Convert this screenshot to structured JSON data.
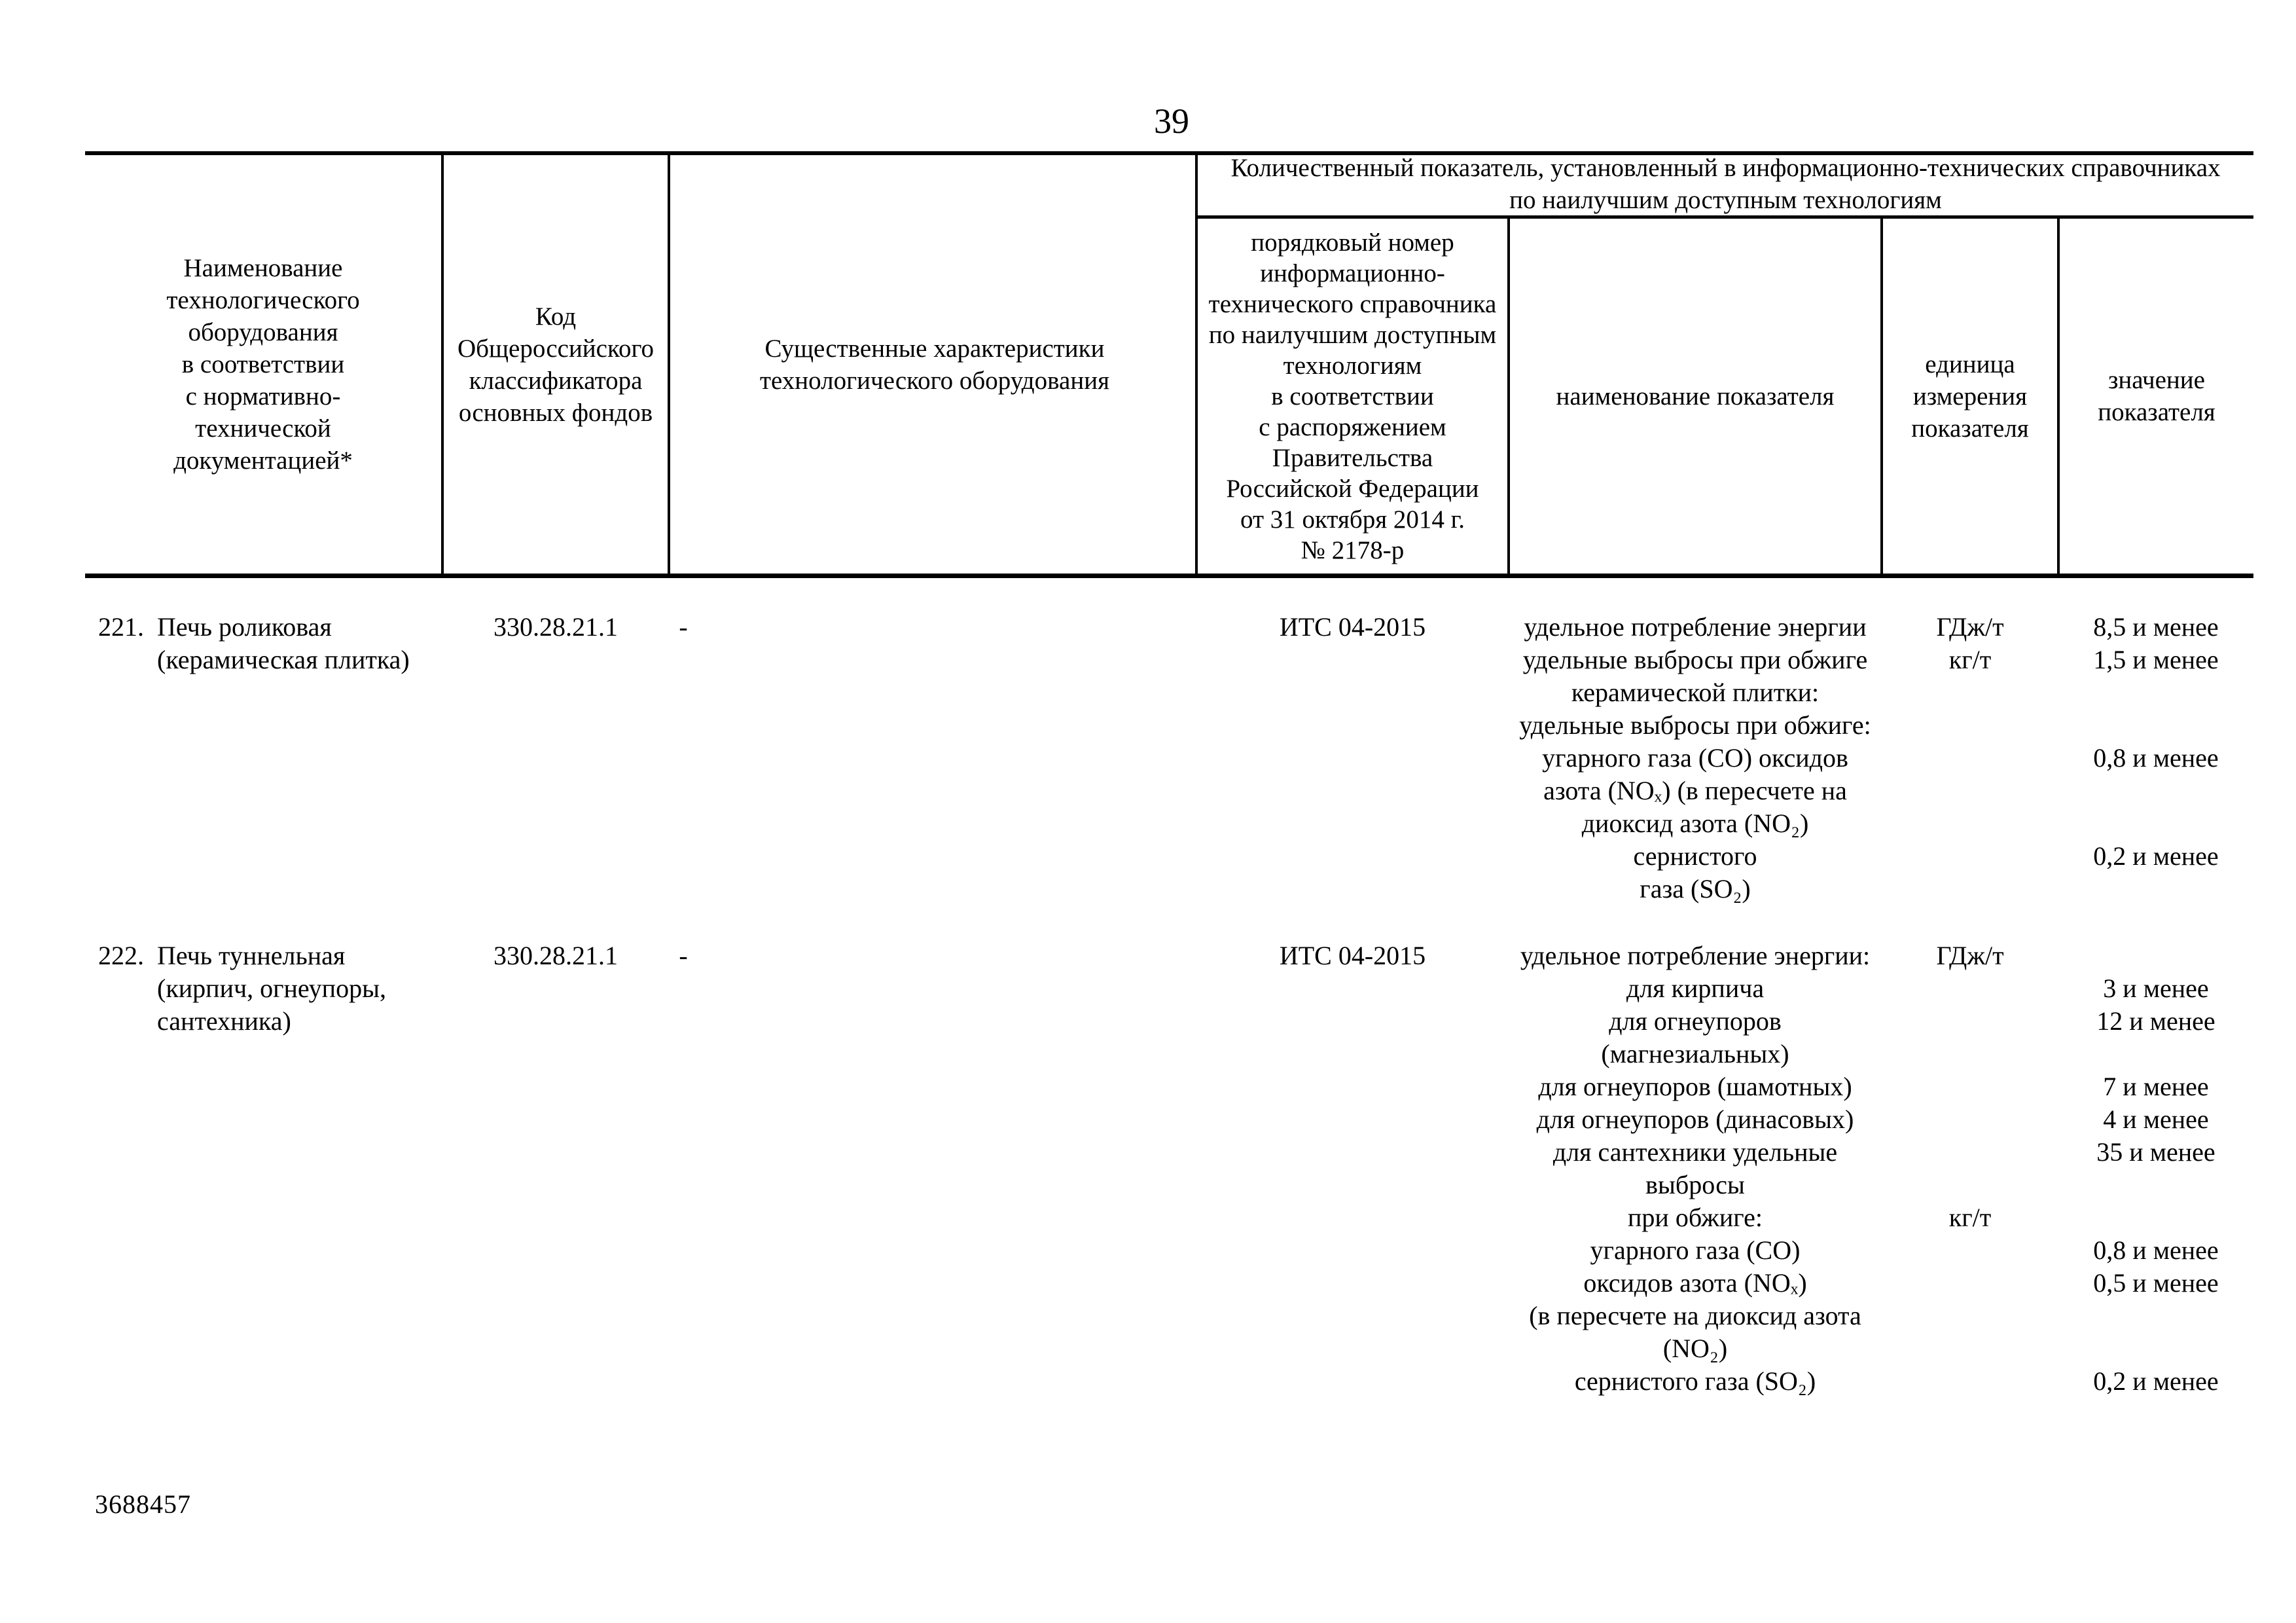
{
  "page": {
    "number": "39",
    "footer_code": "3688457"
  },
  "table": {
    "header": {
      "equipment": "Наименование\nтехнологического\nоборудования\nв соответствии\nс нормативно-\nтехнической\nдокументацией*",
      "okof_code": "Код\nОбщероссийского\nклассификатора\nосновных фондов",
      "characteristics": "Существенные характеристики\nтехнологического оборудования",
      "quantitative_group": "Количественный показатель, установленный в информационно-технических справочниках\nпо наилучшим доступным технологиям",
      "reference": "порядковый номер\nинформационно-\nтехнического справочника\nпо наилучшим доступным\nтехнологиям\nв соответствии\nс распоряжением\nПравительства\nРоссийской Федерации\nот 31 октября 2014 г.\n№ 2178-р",
      "indicator": "наименование показателя",
      "unit": "единица\nизмерения\nпоказателя",
      "value": "значение\nпоказателя"
    },
    "rows": [
      {
        "num": "221.",
        "name_lines": [
          "Печь роликовая",
          "(керамическая плитка)"
        ],
        "okof": "330.28.21.1",
        "characteristics": "-",
        "reference": "ИТС 04-2015",
        "lines": [
          {
            "indicator": "удельное потребление энергии",
            "unit": "ГДж/т",
            "value": "8,5 и менее"
          },
          {
            "indicator": "удельные выбросы при обжиге",
            "unit": "кг/т",
            "value": "1,5 и менее"
          },
          {
            "indicator": "керамической плитки:"
          },
          {
            "indicator": "удельные выбросы при обжиге:"
          },
          {
            "indicator": "угарного газа (CO) оксидов",
            "value": "0,8 и менее"
          },
          {
            "indicator": "азота (NOₓ) (в пересчете на"
          },
          {
            "indicator": "диоксид азота (NO₂)"
          },
          {
            "indicator": "сернистого",
            "value": "0,2 и менее"
          },
          {
            "indicator": "газа (SO₂)"
          }
        ]
      },
      {
        "num": "222.",
        "name_lines": [
          "Печь туннельная",
          "(кирпич, огнеупоры,",
          "сантехника)"
        ],
        "okof": "330.28.21.1",
        "characteristics": "-",
        "reference": "ИТС 04-2015",
        "lines": [
          {
            "indicator": "удельное потребление энергии:",
            "unit": "ГДж/т"
          },
          {
            "indicator": "для кирпича",
            "value": "3 и менее"
          },
          {
            "indicator": "для огнеупоров",
            "value": "12 и менее"
          },
          {
            "indicator": "(магнезиальных)"
          },
          {
            "indicator": "для огнеупоров (шамотных)",
            "value": "7 и менее"
          },
          {
            "indicator": "для огнеупоров (динасовых)",
            "value": "4 и менее"
          },
          {
            "indicator": "для сантехники удельные",
            "value": "35 и менее"
          },
          {
            "indicator": "выбросы"
          },
          {
            "indicator": "при обжиге:",
            "unit": "кг/т"
          },
          {
            "indicator": "угарного газа (CO)",
            "value": "0,8 и менее"
          },
          {
            "indicator": "оксидов азота (NOₓ)",
            "value": "0,5 и менее"
          },
          {
            "indicator": "(в пересчете на диоксид азота"
          },
          {
            "indicator": "(NO₂)"
          },
          {
            "indicator": "сернистого газа (SO₂)",
            "value": "0,2 и менее"
          }
        ]
      }
    ]
  }
}
